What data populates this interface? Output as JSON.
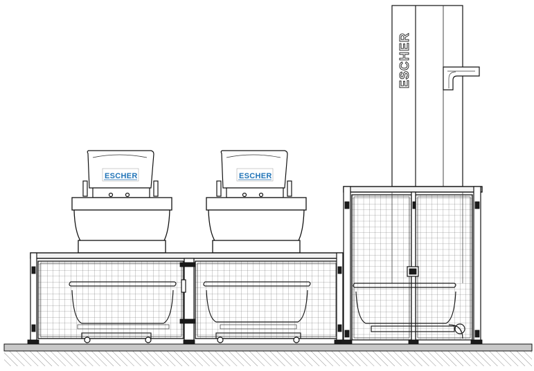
{
  "brand": {
    "name_left": "ESCHER",
    "name_middle": "ESCHER",
    "name_column": "ESCHER",
    "logo_color": "#1f73b7"
  },
  "colors": {
    "line": "#111111",
    "mesh": "#6a6a6a",
    "floor": "#c8c8c8",
    "hatch": "#777777"
  }
}
